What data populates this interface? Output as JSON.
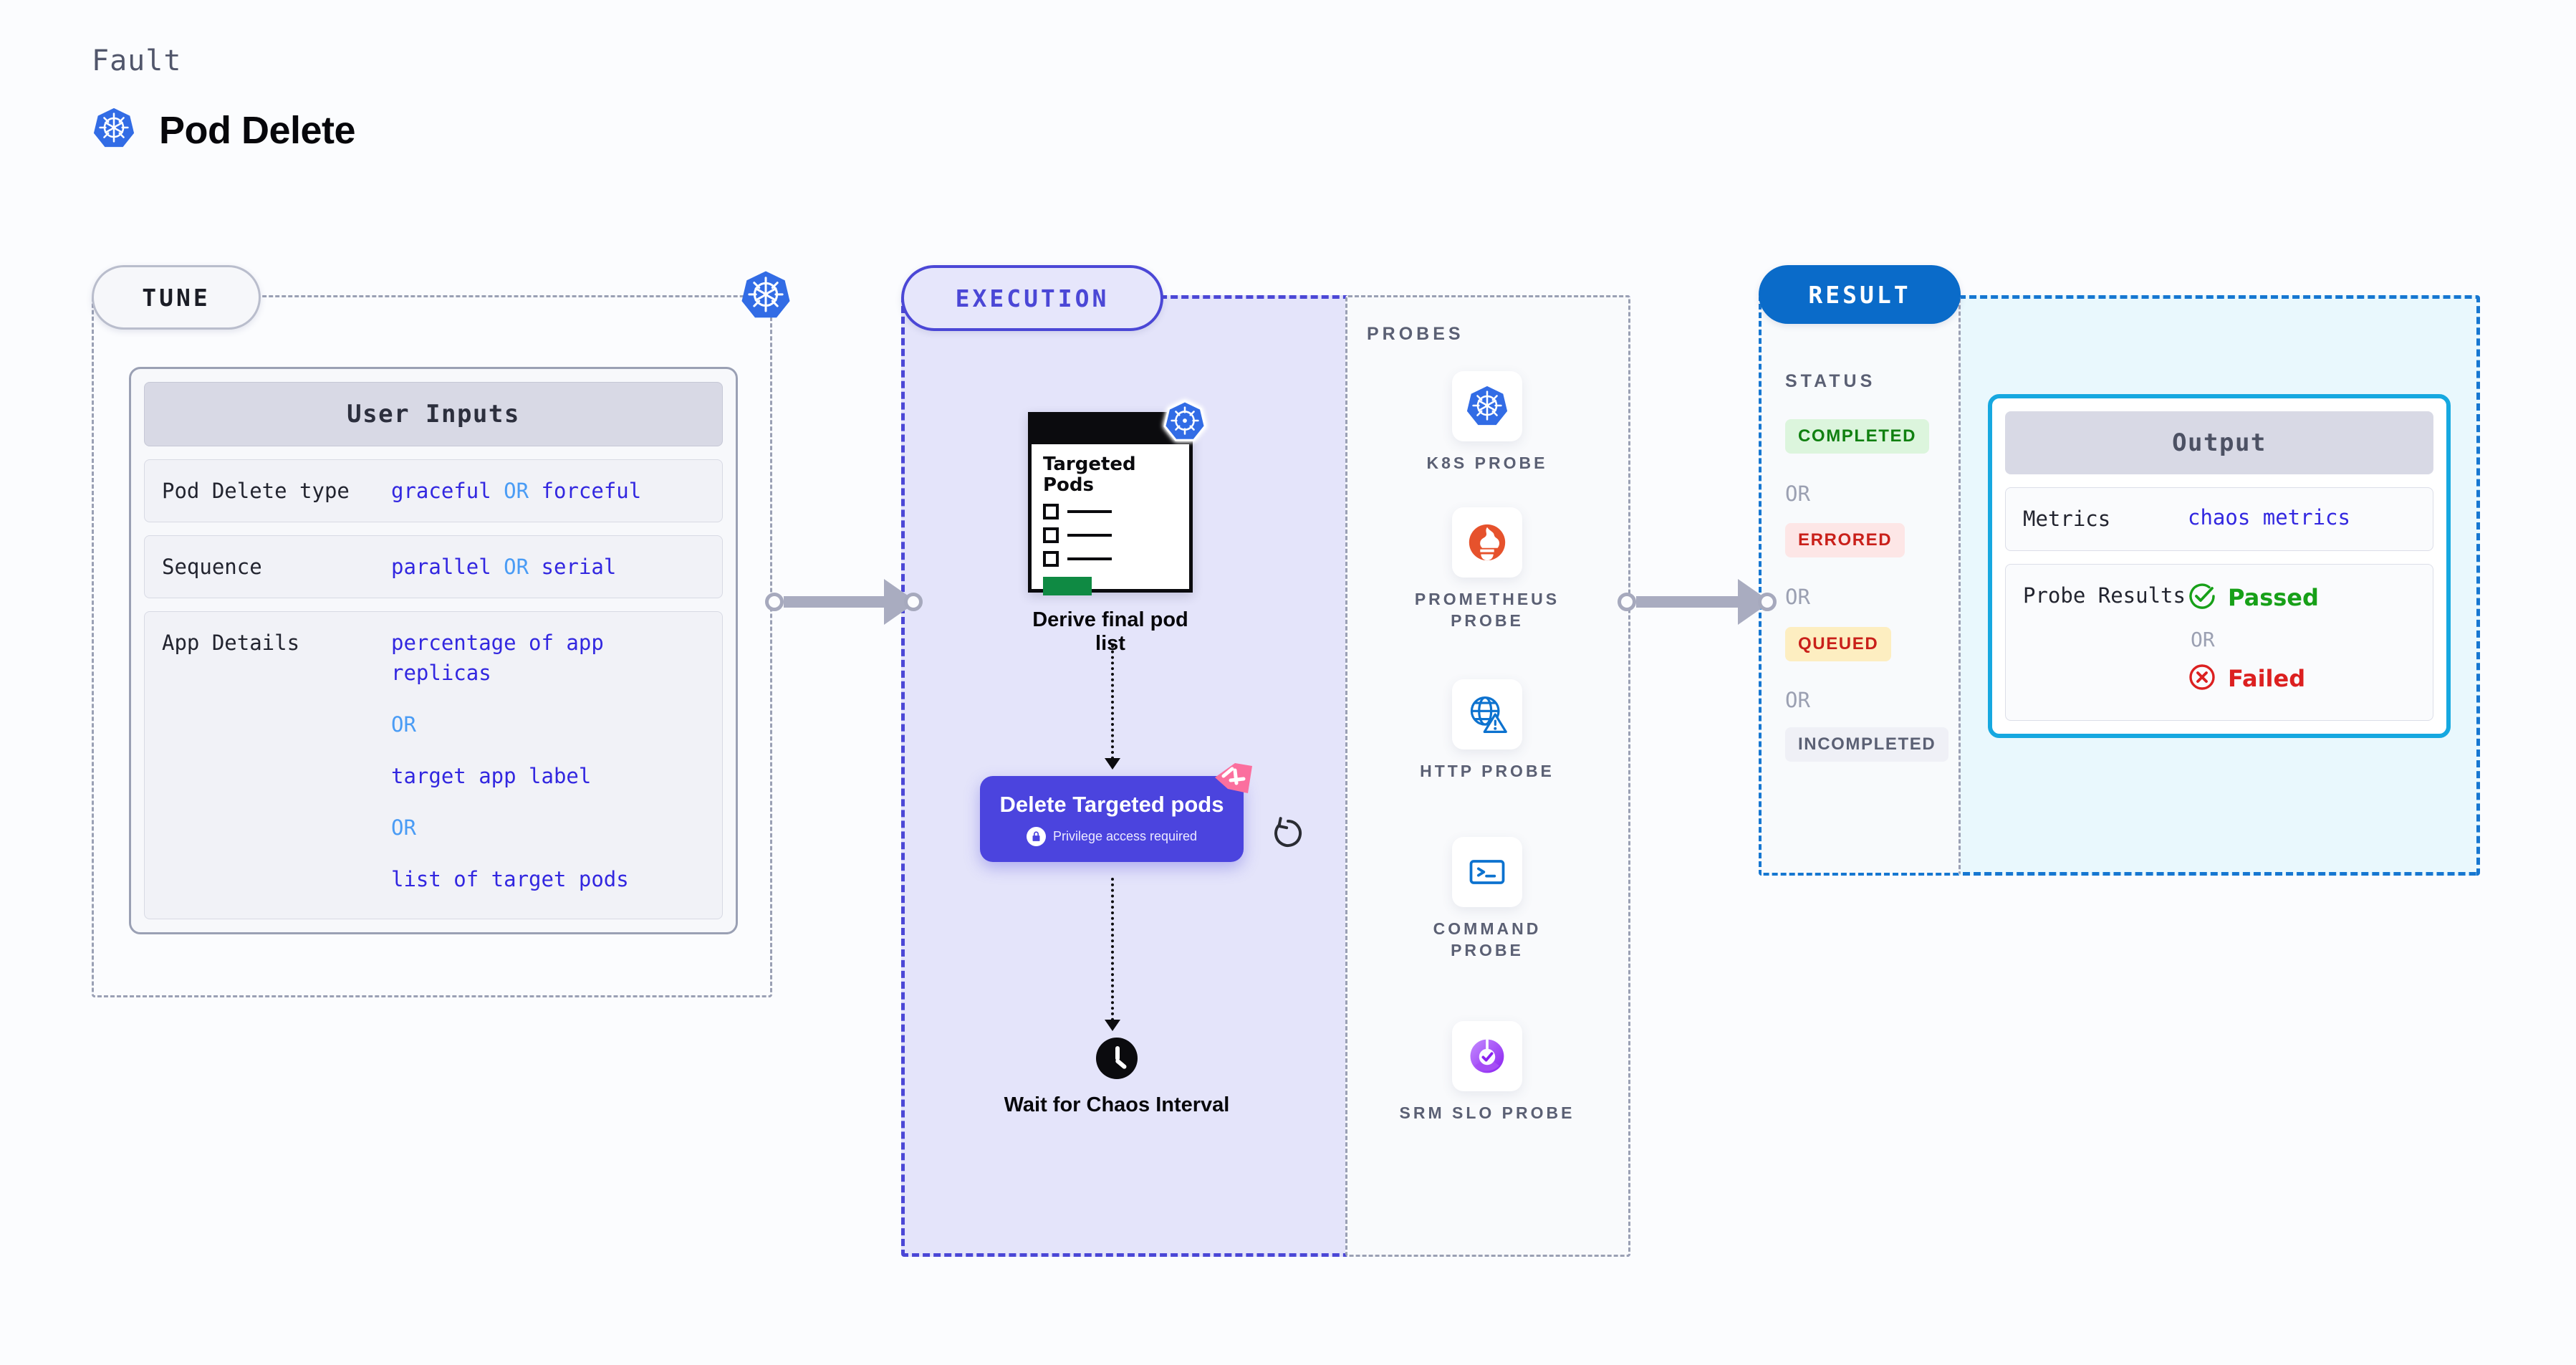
{
  "header": {
    "kicker": "Fault",
    "title": "Pod Delete",
    "logo_icon": "kubernetes-icon"
  },
  "sections": {
    "tune": {
      "pill_label": "TUNE",
      "badge_icon": "kubernetes-icon"
    },
    "execution": {
      "pill_label": "EXECUTION"
    },
    "probes": {
      "title": "PROBES"
    },
    "result": {
      "pill_label": "RESULT",
      "status_title": "STATUS"
    }
  },
  "user_inputs": {
    "heading": "User Inputs",
    "rows": [
      {
        "key": "Pod Delete type",
        "values": [
          "graceful",
          "OR",
          "forceful"
        ]
      },
      {
        "key": "Sequence",
        "values": [
          "parallel",
          "OR",
          "serial"
        ]
      }
    ],
    "app_details": {
      "key": "App Details",
      "blocks": [
        "percentage of app replicas",
        "OR",
        "target app label",
        "OR",
        "list of target pods"
      ]
    }
  },
  "execution": {
    "targeted_pods": {
      "title": "Targeted Pods",
      "badge_icon": "kubernetes-icon",
      "caption": "Derive final pod list",
      "checkbox_count": 3
    },
    "delete_node": {
      "title": "Delete Targeted pods",
      "subtitle": "Privilege access required",
      "lock_icon": "lock-icon",
      "corner_icon": "litmus-chaos-icon",
      "retry_icon": "retry-loop-icon"
    },
    "wait_node": {
      "icon": "clock-icon",
      "label": "Wait for Chaos Interval"
    }
  },
  "probes": [
    {
      "label": "K8S PROBE",
      "icon": "kubernetes-icon"
    },
    {
      "label": "PROMETHEUS PROBE",
      "icon": "prometheus-icon"
    },
    {
      "label": "HTTP PROBE",
      "icon": "http-globe-warning-icon"
    },
    {
      "label": "COMMAND PROBE",
      "icon": "terminal-icon"
    },
    {
      "label": "SRM SLO PROBE",
      "icon": "srm-slo-donut-icon"
    }
  ],
  "status": {
    "badges": [
      "COMPLETED",
      "ERRORED",
      "QUEUED",
      "INCOMPLETED"
    ],
    "separator": "OR"
  },
  "output": {
    "heading": "Output",
    "metrics": {
      "key": "Metrics",
      "value": "chaos metrics"
    },
    "probe_results": {
      "key": "Probe Results",
      "passed": "Passed",
      "failed": "Failed",
      "separator": "OR",
      "passed_icon": "check-circle-icon",
      "failed_icon": "x-circle-icon"
    }
  },
  "colors": {
    "accent_purple": "#4b44de",
    "accent_blue": "#0a6bc9",
    "accent_cyan": "#16a8e0",
    "value_blue": "#3227e0",
    "or_blue": "#4a9cf5",
    "pink": "#fb6f9e",
    "green": "#17a018",
    "red": "#dc2020",
    "k8s_blue": "#326ce5"
  }
}
